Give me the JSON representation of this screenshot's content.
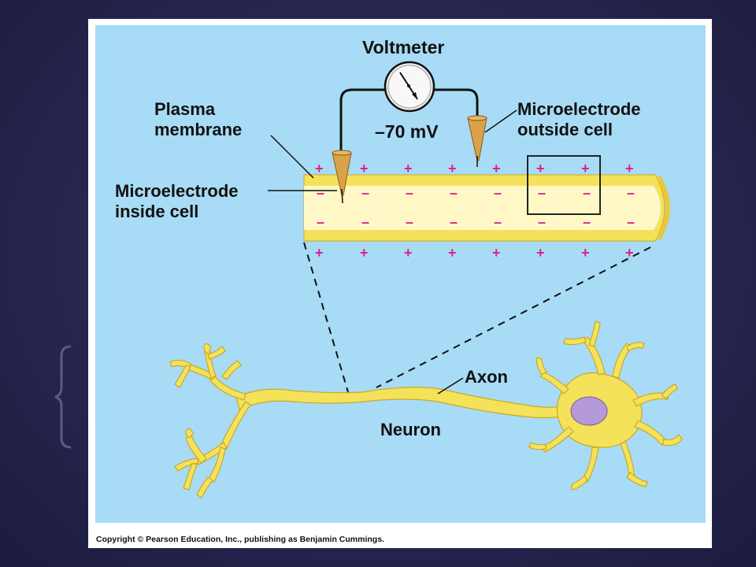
{
  "figure": {
    "voltmeter_label": "Voltmeter",
    "reading": "–70 mV",
    "plasma_membrane_line1": "Plasma",
    "plasma_membrane_line2": "membrane",
    "electrode_outside_line1": "Microelectrode",
    "electrode_outside_line2": "outside cell",
    "electrode_inside_line1": "Microelectrode",
    "electrode_inside_line2": "inside cell",
    "axon_label": "Axon",
    "neuron_label": "Neuron",
    "plus_sign": "+",
    "minus_sign": "–",
    "copyright": "Copyright © Pearson Education, Inc., publishing as Benjamin Cummings."
  },
  "colors": {
    "panel_bg": "#a8dbf5",
    "frame_bg": "#ffffff",
    "axon_fill": "#fff8c6",
    "membrane": "#f4e25a",
    "charge": "#e0208a",
    "nucleus": "#b59ad8",
    "electrode": "#d9a24a",
    "slide_bg": "#262650"
  }
}
